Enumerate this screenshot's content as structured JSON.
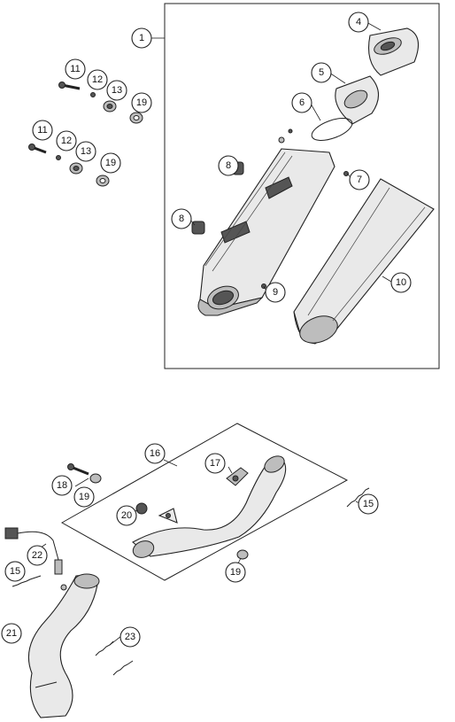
{
  "callouts": {
    "c1": "1",
    "c4": "4",
    "c5": "5",
    "c6": "6",
    "c7": "7",
    "c8a": "8",
    "c8b": "8",
    "c9": "9",
    "c10": "10",
    "c11a": "11",
    "c11b": "11",
    "c12a": "12",
    "c12b": "12",
    "c13a": "13",
    "c13b": "13",
    "c19a": "19",
    "c19b": "19",
    "c19c": "19",
    "c19d": "19",
    "c15a": "15",
    "c15b": "15",
    "c16": "16",
    "c17": "17",
    "c18": "18",
    "c20": "20",
    "c21": "21",
    "c22": "22",
    "c23": "23"
  }
}
